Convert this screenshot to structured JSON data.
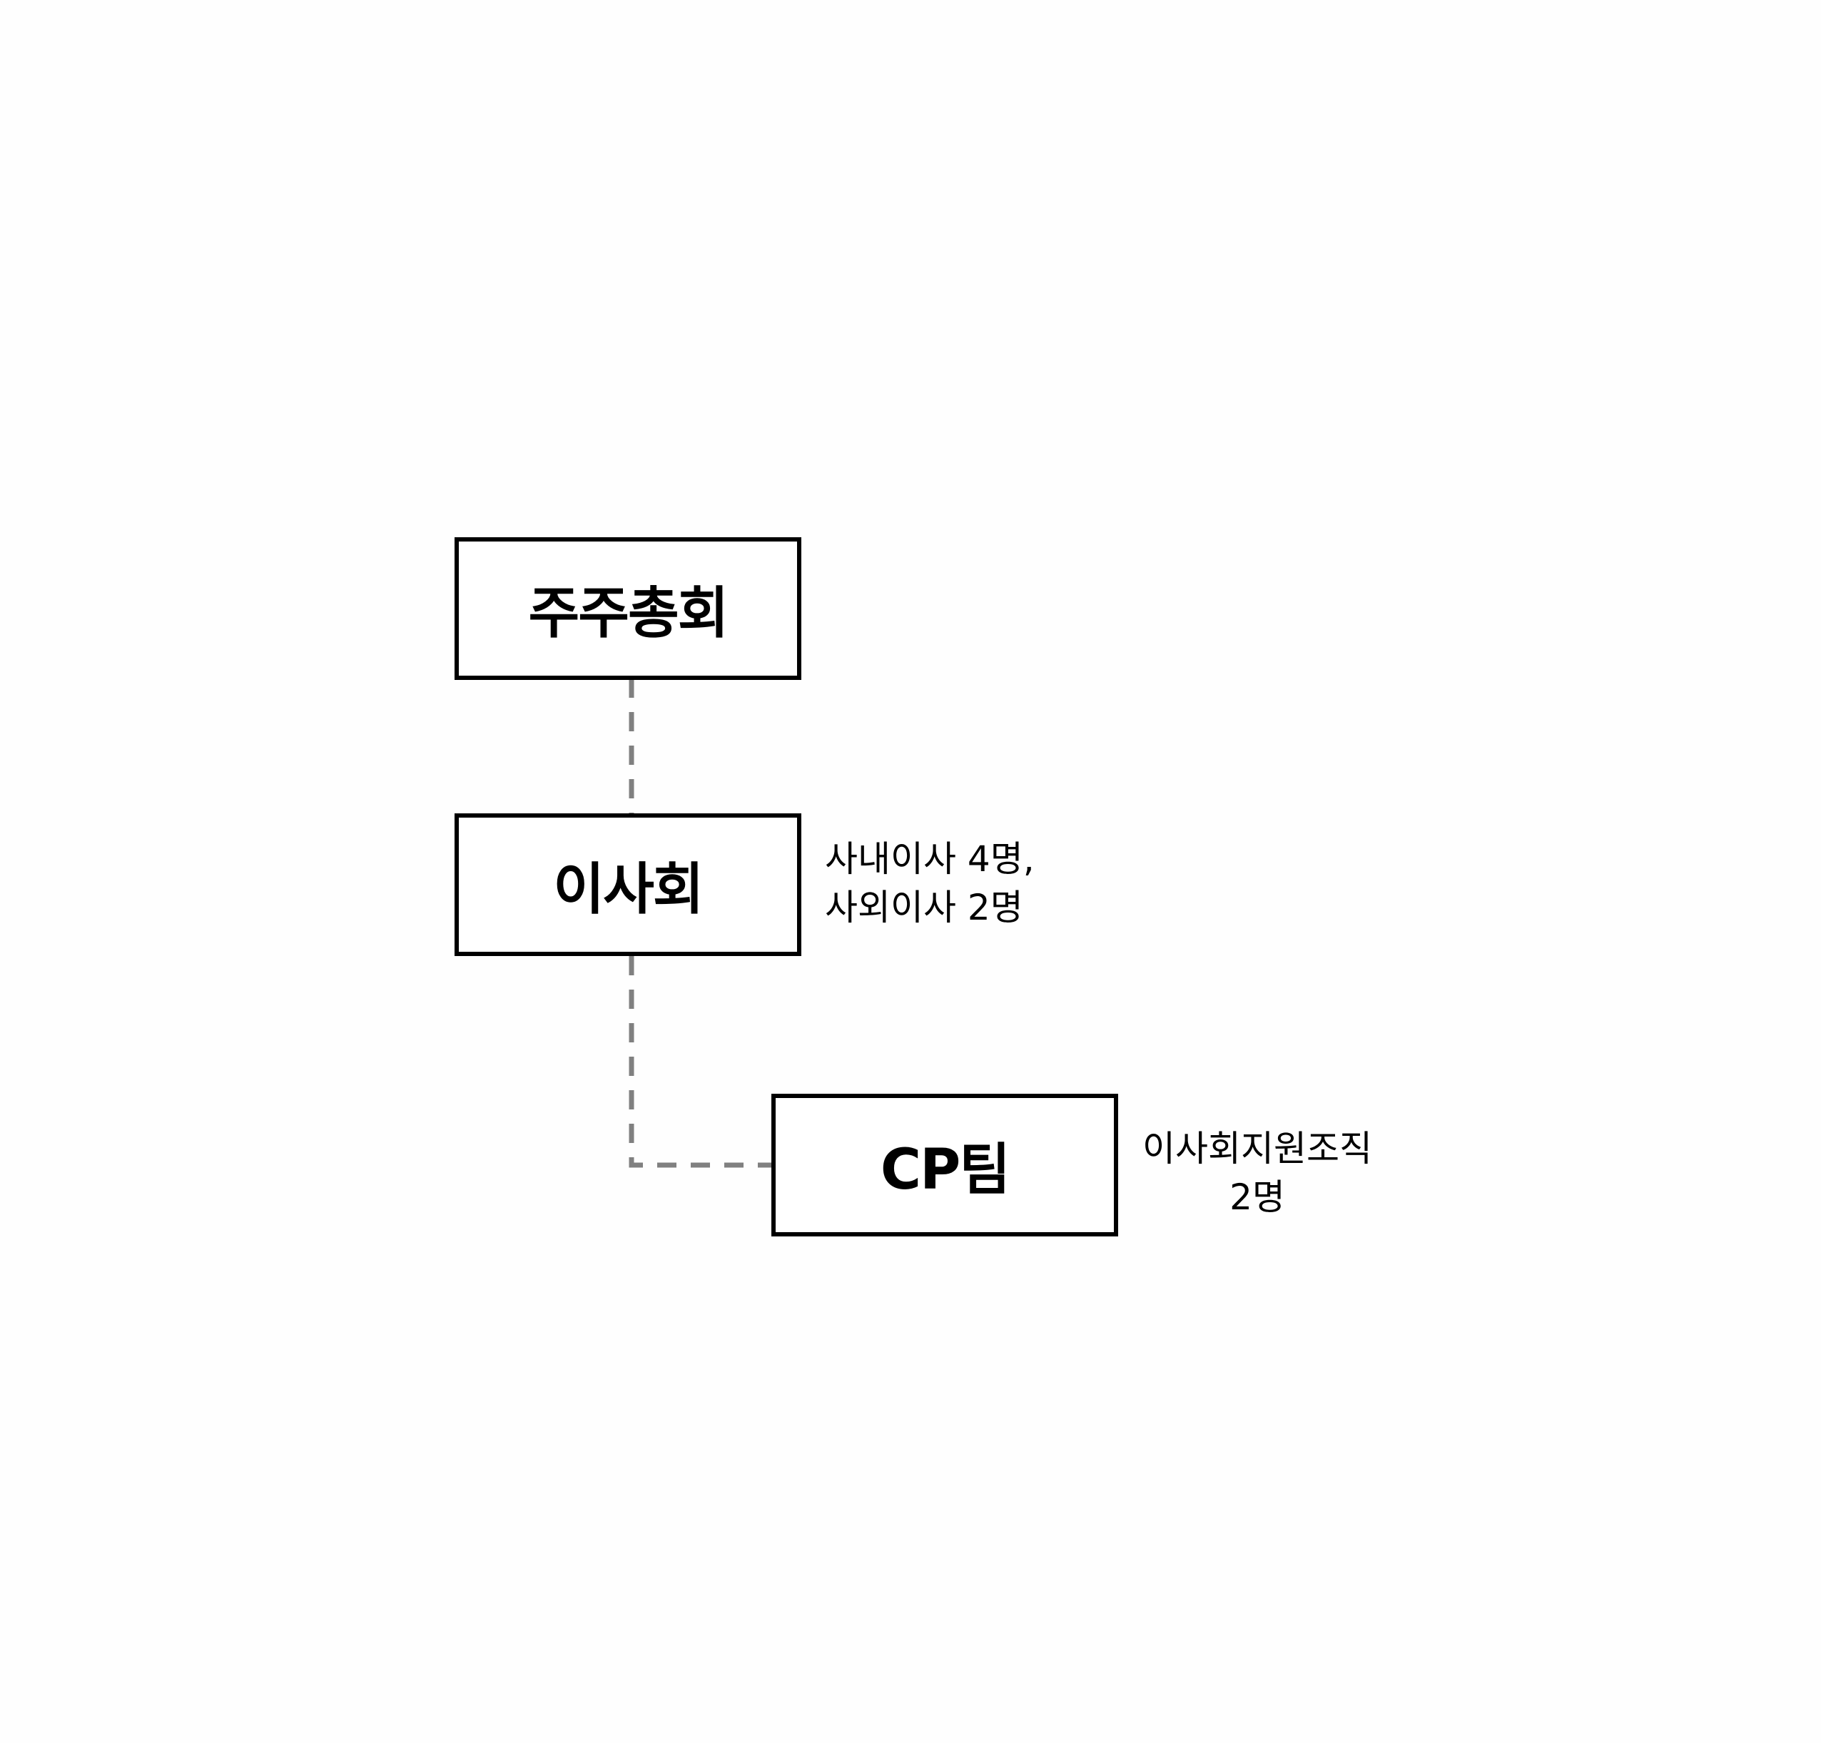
{
  "nodes": {
    "shareholders": {
      "label": "주주총회"
    },
    "board": {
      "label": "이사회",
      "note_lines": [
        "사내이사 4명,",
        "사외이사 2명"
      ]
    },
    "cp_team": {
      "label": "CP팀",
      "note_lines": [
        "이사회지원조직",
        "2명"
      ]
    }
  },
  "colors": {
    "box_border": "#000000",
    "connector": "#808080"
  }
}
